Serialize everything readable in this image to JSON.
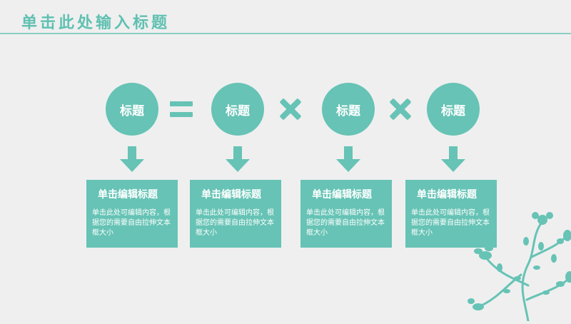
{
  "slide": {
    "title": "单击此处输入标题"
  },
  "circles": [
    "标题",
    "标题",
    "标题",
    "标题"
  ],
  "boxes": [
    {
      "title": "单击编辑标题",
      "body": "单击此处可编辑内容，根据您的需要自由拉伸文本框大小"
    },
    {
      "title": "单击编辑标题",
      "body": "单击此处可编辑内容，根据您的需要自由拉伸文本框大小"
    },
    {
      "title": "单击编辑标题",
      "body": "单击此处可编辑内容，根据您的需要自由拉伸文本框大小"
    },
    {
      "title": "单击编辑标题",
      "body": "单击此处可编辑内容，根据您的需要自由拉伸文本框大小"
    }
  ],
  "colors": {
    "accent": "#66C3B5",
    "background": "#EFEFEF",
    "text_on_accent": "#FFFFFF"
  },
  "icons": {
    "equals": "equals-icon",
    "times": "times-icon",
    "arrow": "arrow-down-icon",
    "decoration": "floral-branch-icon"
  }
}
